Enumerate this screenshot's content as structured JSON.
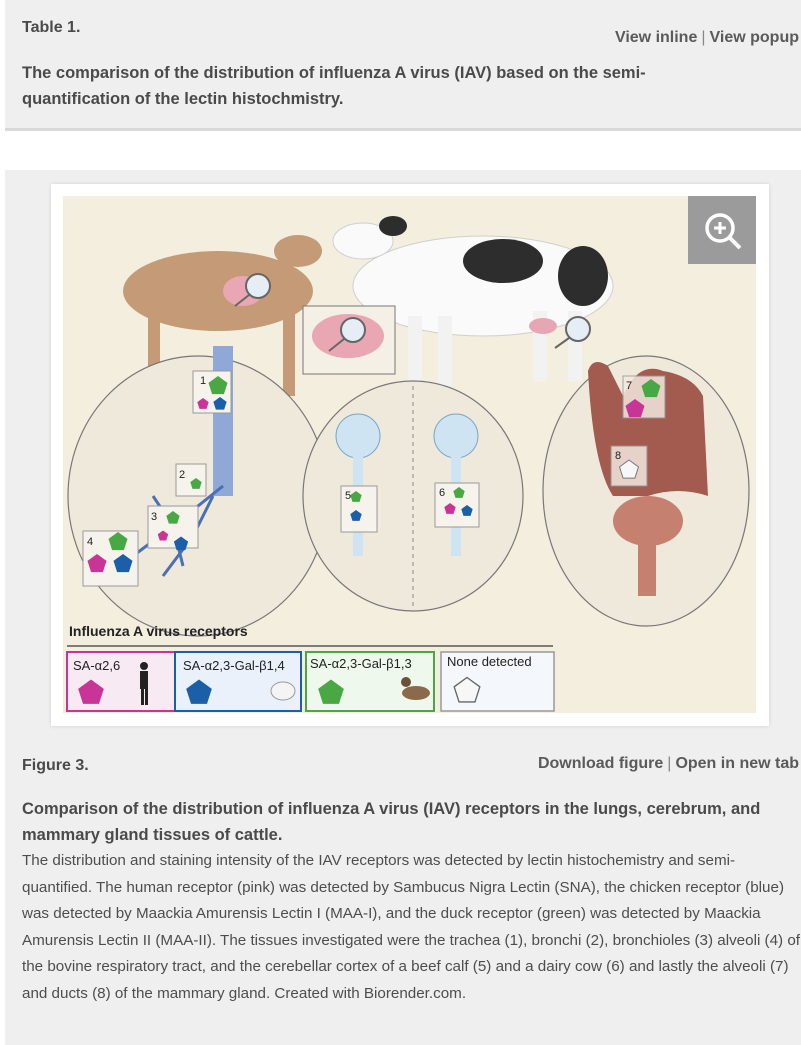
{
  "table": {
    "label": "Table 1.",
    "view_inline": "View inline",
    "view_popup": "View popup",
    "caption": "The comparison of the distribution of influenza A virus (IAV) based on the semi-quantification of the lectin histochmistry."
  },
  "figure": {
    "legend": {
      "title": "Influenza A virus receptors",
      "items": [
        {
          "label": "SA-α2,6",
          "color": "#c93596"
        },
        {
          "label": "SA-α2,3-Gal-β1,4",
          "color": "#1a5fa8"
        },
        {
          "label": "SA-α2,3-Gal-β1,3",
          "color": "#49a843"
        },
        {
          "label": "None detected",
          "color": "#f2f2f2"
        }
      ]
    },
    "site_numbers": [
      "1",
      "2",
      "3",
      "4",
      "5",
      "6",
      "7",
      "8"
    ],
    "label": "Figure 3.",
    "download": "Download figure",
    "open_tab": "Open in new tab",
    "title": "Comparison of the distribution of influenza A virus (IAV) receptors in the lungs, cerebrum, and mammary gland tissues of cattle.",
    "body_text": "The distribution and staining intensity of the IAV receptors was detected by lectin histochemistry and semi-quantified. The human receptor (pink) was detected by Sambucus Nigra Lectin (SNA), the chicken receptor (blue) was detected by Maackia Amurensis Lectin I (MAA-I), and the duck receptor (green) was detected by Maackia Amurensis Lectin II (MAA-II). The tissues investigated were the trachea (1), bronchi (2), bronchioles (3) alveoli (4) of the bovine respiratory tract, and the cerebellar cortex of a beef calf (5) and a dairy cow (6) and lastly the alveoli (7) and ducts (8) of the mammary gland. Created with ",
    "body_link": "Biorender.com",
    "body_end": "."
  },
  "colors": {
    "pink": "#c93596",
    "blue": "#1a5fa8",
    "green": "#49a843",
    "panel": "#efefef"
  }
}
